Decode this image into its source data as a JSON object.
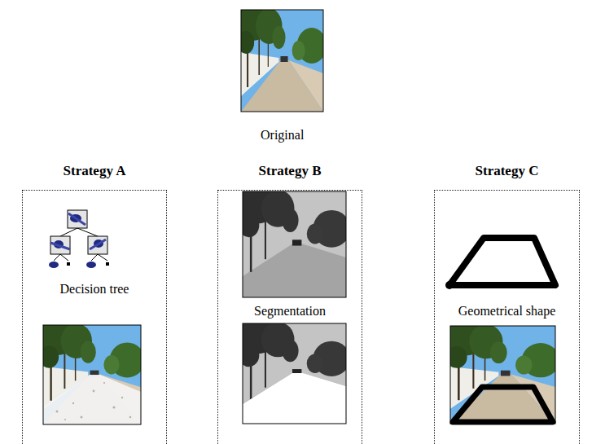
{
  "diagram": {
    "nodes": [
      {
        "text": [
          "Strategy A",
          "Decision tree"
        ]
      },
      {
        "text": [
          "Strategy B",
          "Segmentation"
        ]
      },
      {
        "text": [
          "Strategy C",
          "Geometrical shape"
        ]
      }
    ],
    "labels": [
      "Original"
    ]
  }
}
